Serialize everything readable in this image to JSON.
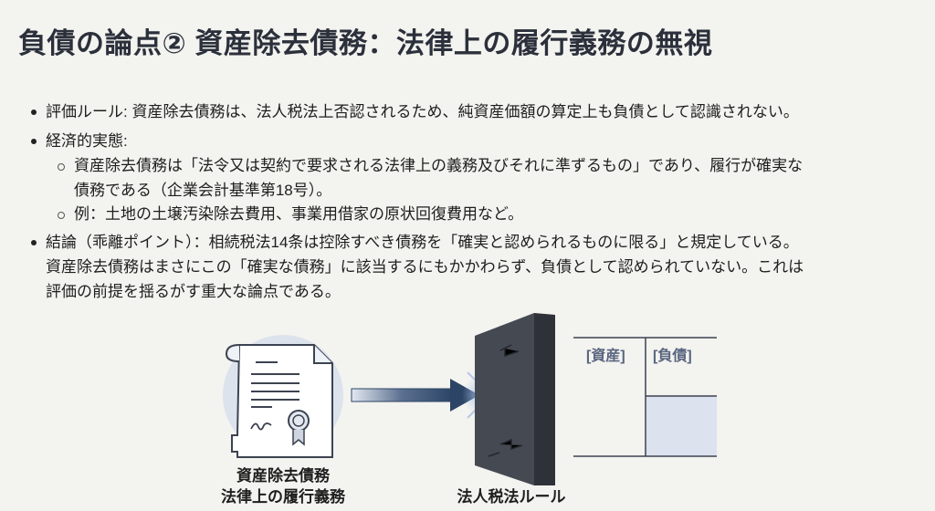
{
  "title": "負債の論点② 資産除去債務：法律上の履行義務の無視",
  "bullets": {
    "rule": "評価ルール: 資産除去債務は、法人税法上否認されるため、純資産価額の算定上も負債として認識されない。",
    "economic": "経済的実態:",
    "sub1_line1": "資産除去債務は「法令又は契約で要求される法律上の義務及びそれに準ずるもの」であり、履行が確実な",
    "sub1_line2": "債務である（企業会計基準第18号）。",
    "sub2": "例：土地の土壌汚染除去費用、事業用借家の原状回復費用など。",
    "conclusion_line1": "結論（乖離ポイント）：相続税法14条は控除すべき債務を「確実と認められるものに限る」と規定している。",
    "conclusion_line2": "資産除去債務はまさにこの「確実な債務」に該当するにもかかわらず、負債として認められていない。これは",
    "conclusion_line3": "評価の前提を揺るがす重大な論点である。"
  },
  "illustration": {
    "document_caption_1": "資産除去債務",
    "document_caption_2": "法律上の履行義務",
    "wall_caption": "法人税法ルール",
    "balance_sheet_assets": "[資産]",
    "balance_sheet_liabilities": "[負債]"
  },
  "colors": {
    "accent": "#2c4566",
    "wall": "#3f434c",
    "fill": "#dde3ec"
  }
}
